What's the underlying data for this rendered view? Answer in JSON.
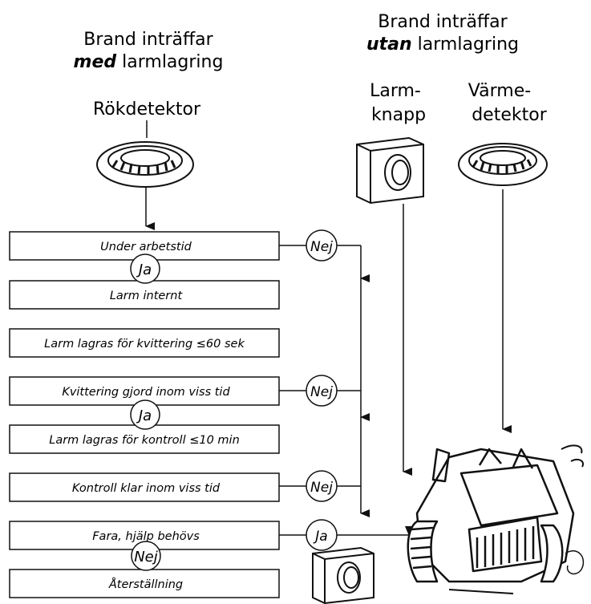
{
  "headings": {
    "with_storage": {
      "line1": "Brand inträffar",
      "bold": "med",
      "rest": " larmlagring"
    },
    "without_storage": {
      "line1": "Brand inträffar",
      "bold": "utan",
      "rest": " larmlagring"
    }
  },
  "devices": {
    "smoke_detector": "Rökdetektor",
    "alarm_button": {
      "line1": "Larm-",
      "line2": "knapp"
    },
    "heat_detector": {
      "line1": "Värme-",
      "line2": "detektor"
    }
  },
  "steps": [
    "Under arbetstid",
    "Larm internt",
    "Larm lagras för kvittering ≤60 sek",
    "Kvittering gjord inom viss tid",
    "Larm lagras för kontroll ≤10 min",
    "Kontroll klar inom viss tid",
    "Fara, hjälp behövs",
    "Återställning"
  ],
  "decisions": {
    "yes": "Ja",
    "no": "Nej"
  },
  "icons": [
    "smoke-detector-icon",
    "alarm-button-icon",
    "heat-detector-icon",
    "fire-truck-illustration"
  ]
}
